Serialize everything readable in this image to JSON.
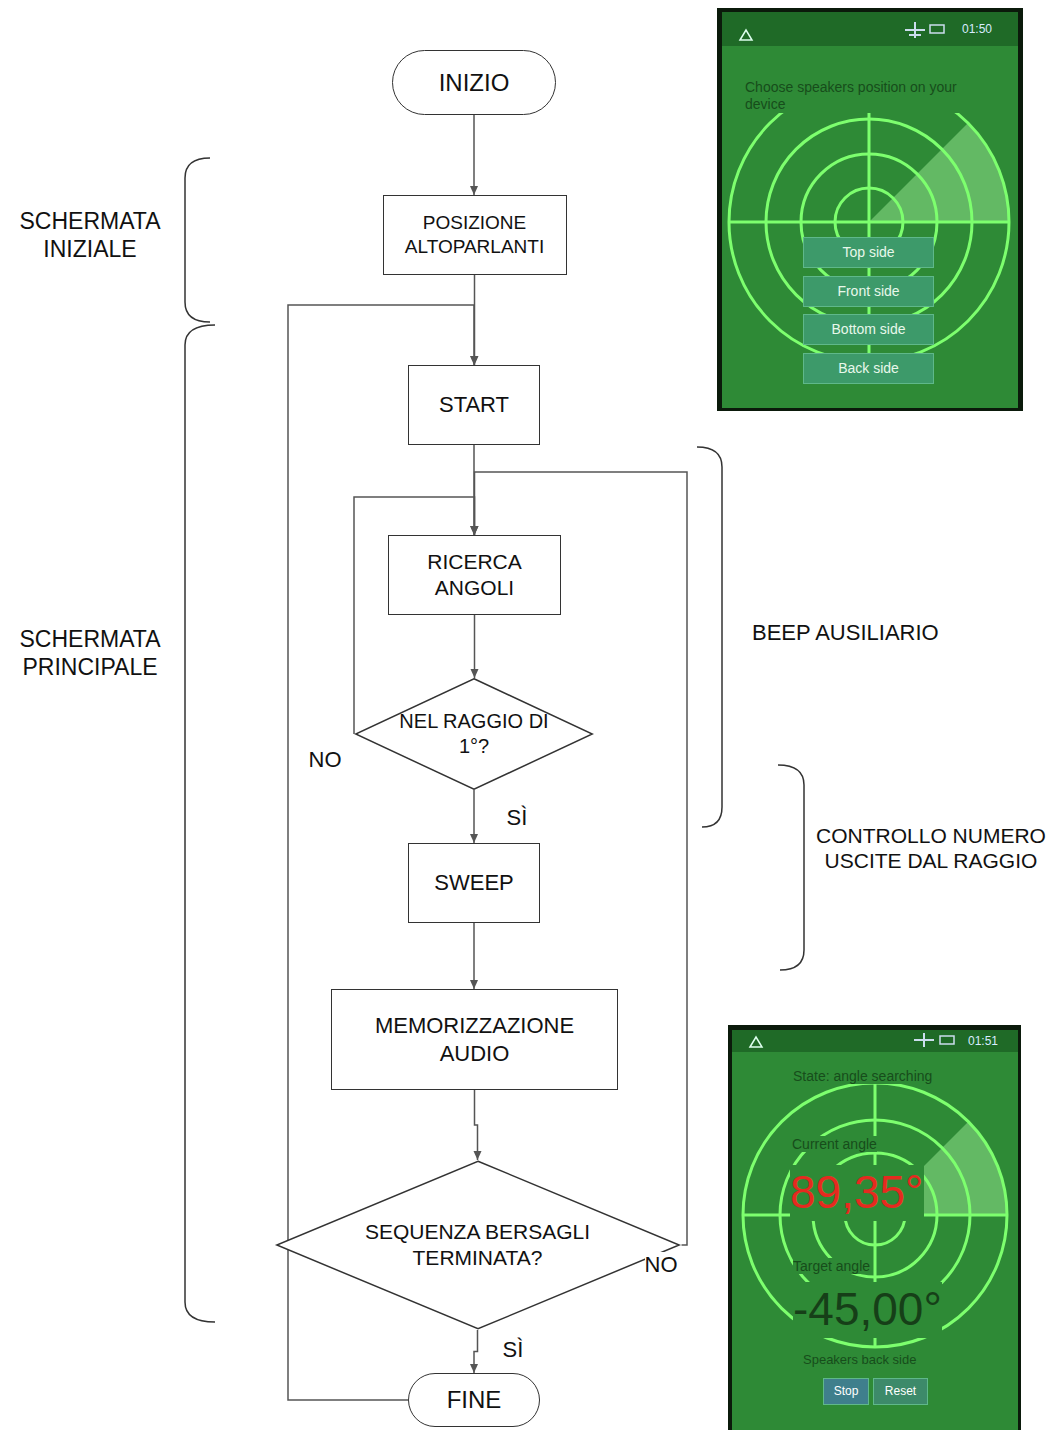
{
  "diagram": {
    "nodes": [
      {
        "text": [
          "INIZIO"
        ]
      },
      {
        "text": [
          "POSIZIONE ALTOPARLANTI"
        ]
      },
      {
        "text": [
          "START"
        ]
      },
      {
        "text": [
          "RICERCA ANGOLI"
        ]
      },
      {
        "text": [
          "NEL RAGGIO DI 1°?"
        ]
      },
      {
        "text": [
          "SWEEP"
        ]
      },
      {
        "text": [
          "MEMORIZZAZIONE AUDIO"
        ]
      },
      {
        "text": [
          "SEQUENZA BERSAGLI TERMINATA?"
        ]
      },
      {
        "text": [
          "FINE"
        ]
      }
    ],
    "edges": [
      {
        "from": 0,
        "to": 1,
        "arrow": "to"
      },
      {
        "from": 1,
        "to": 2,
        "arrow": "to"
      },
      {
        "from": 2,
        "to": 3,
        "arrow": "to"
      },
      {
        "from": 3,
        "to": 4,
        "arrow": "to"
      },
      {
        "from": 4,
        "to": 3,
        "label": "NO",
        "arrow": "to"
      },
      {
        "from": 4,
        "to": 5,
        "label": "SÌ",
        "arrow": "to"
      },
      {
        "from": 5,
        "to": 6,
        "arrow": "to"
      },
      {
        "from": 6,
        "to": 7,
        "arrow": "to"
      },
      {
        "from": 7,
        "to": 3,
        "label": "NO",
        "arrow": "to"
      },
      {
        "from": 7,
        "to": 8,
        "label": "SÌ",
        "arrow": "to"
      },
      {
        "from": 8,
        "to": 2,
        "arrow": "to"
      }
    ],
    "labels": [
      "SCHERMATA INIZIALE",
      "SCHERMATA PRINCIPALE",
      "BEEP AUSILIARIO",
      "CONTROLLO NUMERO USCITE DAL RAGGIO",
      "01:50",
      "Choose speakers position on your device",
      "Top side",
      "Front side",
      "Bottom side",
      "Back side",
      "01:51",
      "State: angle searching",
      "Current angle",
      "89,35°",
      "Target angle",
      "-45,00°",
      "Speakers back side",
      "Stop",
      "Reset"
    ]
  }
}
